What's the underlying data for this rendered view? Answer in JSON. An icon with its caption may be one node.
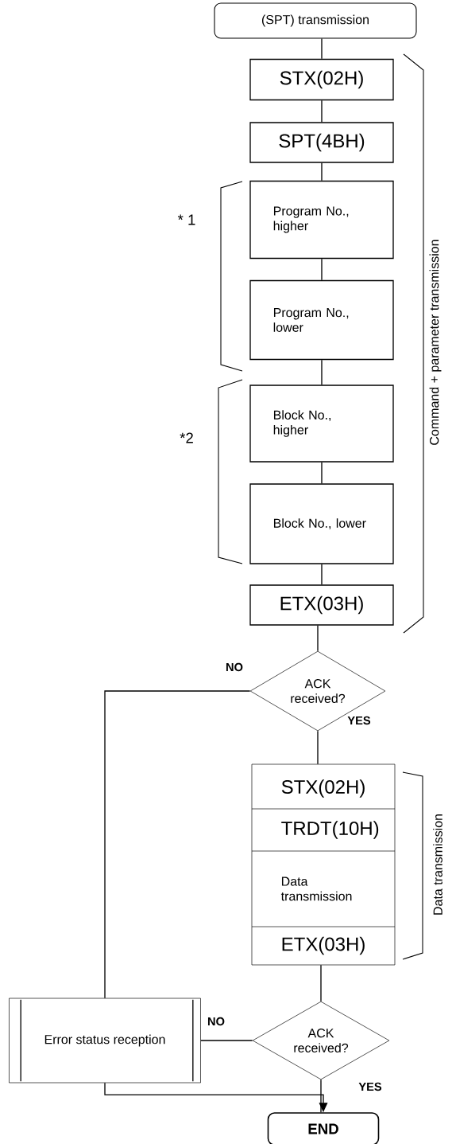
{
  "diagram": {
    "nodes": [
      {
        "text": [
          "(SPT) transmission"
        ]
      },
      {
        "text": [
          "STX(02H)"
        ]
      },
      {
        "text": [
          "SPT(4BH)"
        ]
      },
      {
        "text": [
          "Program No., higher"
        ]
      },
      {
        "text": [
          "Program No., lower"
        ]
      },
      {
        "text": [
          "Block No., higher"
        ]
      },
      {
        "text": [
          "Block No., lower"
        ]
      },
      {
        "text": [
          "ETX(03H)"
        ]
      },
      {
        "text": [
          "ACK received?"
        ]
      },
      {
        "text": [
          "STX(02H)",
          "TRDT(10H)",
          "Data transmission",
          "ETX(03H)"
        ]
      },
      {
        "text": [
          "ACK received?"
        ]
      },
      {
        "text": [
          "Error status reception"
        ]
      },
      {
        "text": [
          "END"
        ]
      }
    ],
    "edges": [
      {
        "from": 0,
        "to": 1,
        "arrow": "none"
      },
      {
        "from": 1,
        "to": 2,
        "arrow": "none"
      },
      {
        "from": 2,
        "to": 3,
        "arrow": "none"
      },
      {
        "from": 3,
        "to": 4,
        "arrow": "none"
      },
      {
        "from": 4,
        "to": 5,
        "arrow": "none"
      },
      {
        "from": 5,
        "to": 6,
        "arrow": "none"
      },
      {
        "from": 6,
        "to": 7,
        "arrow": "none"
      },
      {
        "from": 7,
        "to": 8,
        "arrow": "none"
      },
      {
        "from": 8,
        "to": 11,
        "arrow": "none",
        "label": "NO"
      },
      {
        "from": 8,
        "to": 9,
        "arrow": "none",
        "label": "YES"
      },
      {
        "from": 9,
        "to": 10,
        "arrow": "none"
      },
      {
        "from": 10,
        "to": 11,
        "arrow": "none",
        "label": "NO"
      },
      {
        "from": 10,
        "to": 12,
        "arrow": "none",
        "label": "YES"
      },
      {
        "from": 11,
        "to": 12,
        "arrow": "to"
      }
    ],
    "labels": [
      "* 1",
      "*2",
      "Command + parameter transmission",
      "Data transmission"
    ]
  }
}
